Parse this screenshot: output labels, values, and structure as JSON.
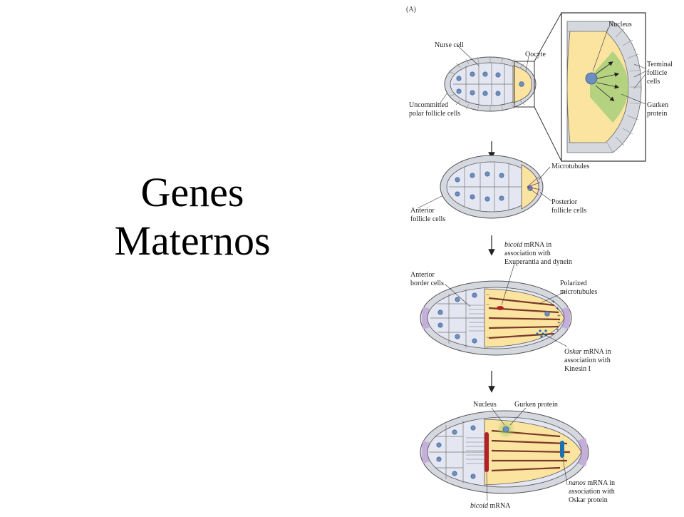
{
  "slide": {
    "title_line1": "Genes",
    "title_line2": "Maternos"
  },
  "figure": {
    "panel_label": "(A)",
    "stage1": {
      "nurse_cell": "Nurse cell",
      "oocyte": "Oocyte",
      "uncommitted_line1": "Uncommitted",
      "uncommitted_line2": "polar follicle cells"
    },
    "inset": {
      "nucleus": "Nucleus",
      "terminal_line1": "Terminal",
      "terminal_line2": "follicle",
      "terminal_line3": "cells",
      "gurken_line1": "Gurken",
      "gurken_line2": "protein"
    },
    "stage2": {
      "microtubules": "Microtubules",
      "anterior_line1": "Anterior",
      "anterior_line2": "follicle cells",
      "posterior_line1": "Posterior",
      "posterior_line2": "follicle cells"
    },
    "stage3": {
      "bicoid_line1_italic": "bicoid",
      "bicoid_line1_rest": " mRNA in",
      "bicoid_line2": "association with",
      "bicoid_line3": "Exuperantia and dynein",
      "anterior_border_line1": "Anterior",
      "anterior_border_line2": "border cells",
      "polarized_line1": "Polarized",
      "polarized_line2": "microtubules",
      "oskar_line1_italic": "Oskar",
      "oskar_line1_rest": " mRNA in",
      "oskar_line2": "association with",
      "oskar_line3": "Kinesin I"
    },
    "stage4": {
      "nucleus": "Nucleus",
      "gurken": "Gurken protein",
      "nanos_line1_italic": "nanos",
      "nanos_line1_rest": " mRNA in",
      "nanos_line2": "association with",
      "nanos_line3": "Oskar protein",
      "bicoid_italic": "bicoid",
      "bicoid_rest": " mRNA"
    },
    "colors": {
      "oocyte_yellow": "#fbe3a0",
      "nurse_cell_blue": "#e4e7f2",
      "follicle_gray": "#d6d8e0",
      "nucleus_blue": "#6c8fc0",
      "gurken_green": "#a8cf7a",
      "terminal_purple": "#c6aedb",
      "bicoid_red": "#b3202a",
      "nanos_blue": "#1d6fb0",
      "microtubule_brown": "#7a3a28"
    }
  }
}
